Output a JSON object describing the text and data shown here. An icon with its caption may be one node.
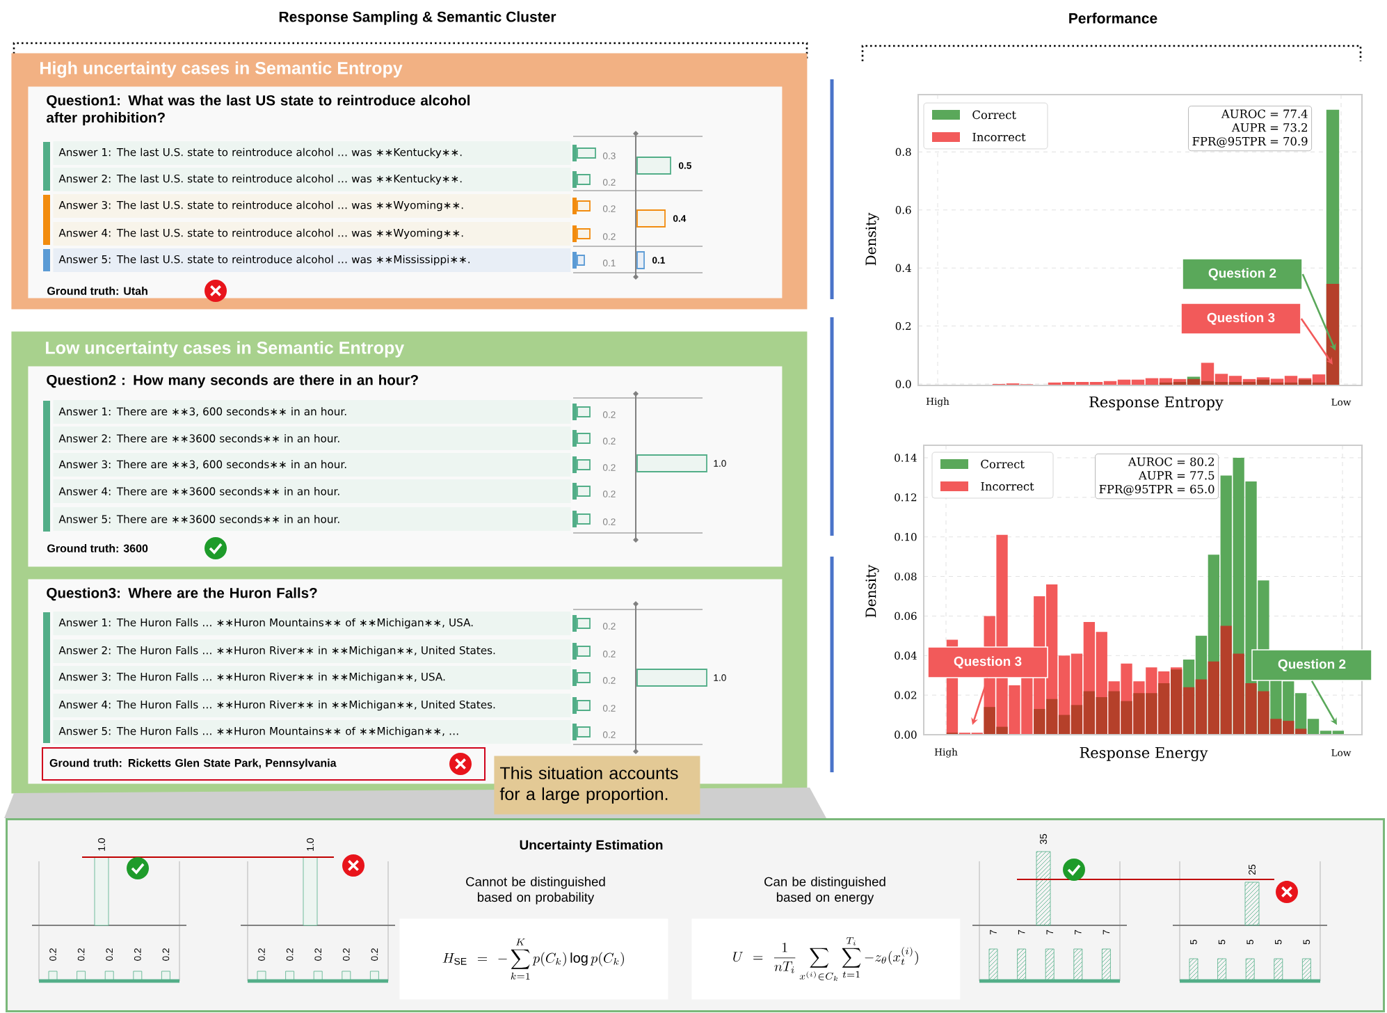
{
  "diagram": {
    "nodes": [
      {
        "text": [
          "High uncertainty cases in Semantic Entropy"
        ]
      },
      {
        "text": [
          "Question1: What was the last US state to reintroduce alcohol after prohibition?"
        ],
        "in": 0
      },
      {
        "text": [
          "Answer 1: The last U.S. state to reintroduce alcohol … was ∗∗Kentucky∗∗."
        ],
        "in": 1,
        "beside": [
          "0.3"
        ]
      },
      {
        "text": [
          "Answer 2: The last U.S. state to reintroduce alcohol … was ∗∗Kentucky∗∗."
        ],
        "in": 1,
        "beside": [
          "0.2"
        ]
      },
      {
        "text": [
          "Answer 3: The last U.S. state to reintroduce alcohol … was ∗∗Wyoming∗∗."
        ],
        "in": 1,
        "beside": [
          "0.2"
        ]
      },
      {
        "text": [
          "Answer 4: The last U.S. state to reintroduce alcohol … was ∗∗Wyoming∗∗."
        ],
        "in": 1,
        "beside": [
          "0.2"
        ]
      },
      {
        "text": [
          "Answer 5: The last U.S. state to reintroduce alcohol … was ∗∗Mississippi∗∗."
        ],
        "in": 1,
        "beside": [
          "0.1"
        ]
      },
      {
        "text": [
          "Low uncertainty cases in Semantic Entropy"
        ]
      },
      {
        "text": [
          "Question2 : How many seconds are there in an hour?"
        ],
        "in": 7
      },
      {
        "text": [
          "Answer 1: There are ∗∗3, 600 seconds∗∗ in an hour."
        ],
        "in": 8,
        "beside": [
          "0.2"
        ]
      },
      {
        "text": [
          "Answer 2: There are ∗∗3600 seconds∗∗ in an hour."
        ],
        "in": 8,
        "beside": [
          "0.2"
        ]
      },
      {
        "text": [
          "Answer 3: There are ∗∗3, 600 seconds∗∗ in an hour."
        ],
        "in": 8,
        "beside": [
          "0.2"
        ]
      },
      {
        "text": [
          "Answer 4: There are ∗∗3600 seconds∗∗ in an hour."
        ],
        "in": 8,
        "beside": [
          "0.2"
        ]
      },
      {
        "text": [
          "Answer 5: There are ∗∗3600 seconds∗∗ in an hour."
        ],
        "in": 8,
        "beside": [
          "0.2"
        ]
      },
      {
        "text": [
          "Question3: Where are the Huron Falls?"
        ],
        "in": 7
      },
      {
        "text": [
          "Answer 1: The Huron Falls … ∗∗Huron Mountains∗∗ of ∗∗Michigan∗∗, USA."
        ],
        "in": 14,
        "beside": [
          "0.2"
        ]
      },
      {
        "text": [
          "Answer 2: The Huron Falls … ∗∗Huron River∗∗ in ∗∗Michigan∗∗, United States."
        ],
        "in": 14,
        "beside": [
          "0.2"
        ]
      },
      {
        "text": [
          "Answer 3: The Huron Falls … ∗∗Huron River∗∗ in ∗∗Michigan∗∗, USA."
        ],
        "in": 14,
        "beside": [
          "0.2"
        ]
      },
      {
        "text": [
          "Answer 4: The Huron Falls … ∗∗Huron River∗∗ in ∗∗Michigan∗∗, United States."
        ],
        "in": 14,
        "beside": [
          "0.2"
        ]
      },
      {
        "text": [
          "Answer 5: The Huron Falls … ∗∗Huron Mountains∗∗ of ∗∗Michigan∗∗, …"
        ],
        "in": 14,
        "beside": [
          "0.2"
        ]
      },
      {
        "text": [
          "Ground truth: Ricketts Glen State Park, Pennsylvania"
        ],
        "in": 14
      },
      {
        "text": [
          "This situation accounts for a large proportion."
        ]
      },
      {
        "text": [
          "Uncertainty Estimation"
        ]
      },
      {
        "text": [
          "H_{\\mathrm{SE}} = -\\sum_{k=1}^{K} p(C_k)\\log p(C_k)"
        ],
        "in": 22
      },
      {
        "text": [
          "U = \\frac{1}{nT_i}\\sum_{x^{(i)}\\in C_k}\\sum_{t=1}^{T_i} -z_{\\theta}(x_t^{(i)})"
        ],
        "in": 22
      },
      {
        "text": [
          "AUROC = 77.4",
          "AUPR = 73.2",
          "FPR@95TPR = 70.9"
        ]
      },
      {
        "text": [
          "Question 2"
        ]
      },
      {
        "text": [
          "Question 3"
        ]
      },
      {
        "text": [
          "AUROC = 80.2",
          "AUPR = 77.5",
          "FPR@95TPR = 65.0"
        ]
      },
      {
        "text": [
          "Question 3"
        ]
      },
      {
        "text": [
          "Question 2"
        ]
      }
    ],
    "edges": [
      {
        "from": 26,
        "to": null,
        "arrow": "to",
        "color": "#5aa85a"
      },
      {
        "from": 27,
        "to": null,
        "arrow": "to",
        "color": "#f25a5a"
      },
      {
        "from": 29,
        "to": null,
        "arrow": "to",
        "color": "#f25a5a"
      },
      {
        "from": 30,
        "to": null,
        "arrow": "to",
        "color": "#5aa85a"
      }
    ],
    "labels": [
      "Response Sampling & Semantic Cluster",
      "Performance",
      "0.5",
      "0.4",
      "0.1",
      "Ground truth: Utah",
      "1.0",
      "Ground truth: 3600",
      "1.0",
      "0.0",
      "0.2",
      "0.4",
      "0.6",
      "0.8",
      "Density",
      "High",
      "Response Entropy",
      "Low",
      "0.00",
      "0.02",
      "0.04",
      "0.06",
      "0.08",
      "0.10",
      "0.12",
      "0.14",
      "Density",
      "High",
      "Response Energy",
      "Low",
      "1.0",
      "0.2",
      "0.2",
      "0.2",
      "0.2",
      "0.2",
      "1.0",
      "0.2",
      "0.2",
      "0.2",
      "0.2",
      "0.2",
      "Cannot be distinguished based on probability",
      "Can be distinguished based on energy",
      "35",
      "7",
      "7",
      "7",
      "7",
      "7",
      "25",
      "5",
      "5",
      "5",
      "5",
      "5"
    ],
    "legend": [
      {
        "text": "Correct",
        "color": "#5aa85a"
      },
      {
        "text": "Incorrect",
        "color": "#f25a5a"
      },
      {
        "text": "Correct",
        "color": "#5aa85a"
      },
      {
        "text": "Incorrect",
        "color": "#f25a5a"
      }
    ]
  }
}
